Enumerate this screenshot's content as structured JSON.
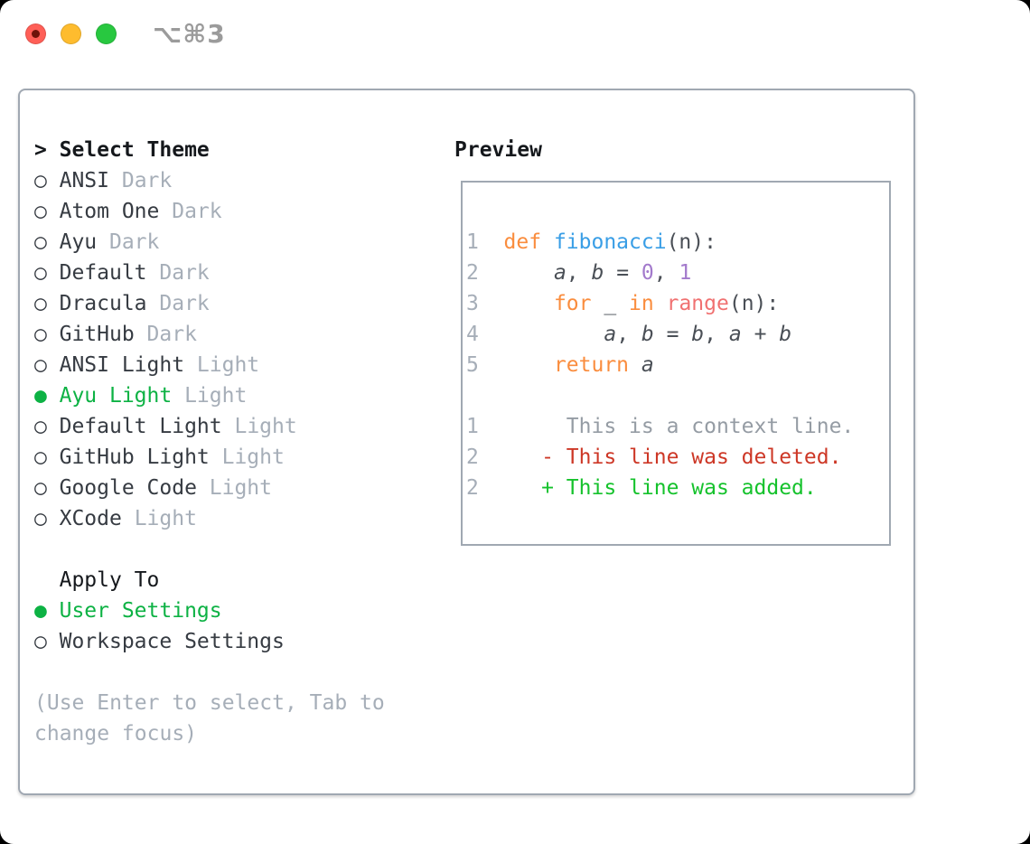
{
  "window": {
    "title": "⌥⌘3",
    "traffic_lights": [
      "close",
      "minimize",
      "zoom"
    ]
  },
  "icons": {
    "prompt": ">",
    "radio_selected": "●",
    "radio_unselected": "○"
  },
  "theme_panel": {
    "title": "Select Theme",
    "themes": [
      {
        "name": "ANSI",
        "variant": "Dark",
        "selected": false
      },
      {
        "name": "Atom One",
        "variant": "Dark",
        "selected": false
      },
      {
        "name": "Ayu",
        "variant": "Dark",
        "selected": false
      },
      {
        "name": "Default",
        "variant": "Dark",
        "selected": false
      },
      {
        "name": "Dracula",
        "variant": "Dark",
        "selected": false
      },
      {
        "name": "GitHub",
        "variant": "Dark",
        "selected": false
      },
      {
        "name": "ANSI Light",
        "variant": "Light",
        "selected": false
      },
      {
        "name": "Ayu Light",
        "variant": "Light",
        "selected": true
      },
      {
        "name": "Default Light",
        "variant": "Light",
        "selected": false
      },
      {
        "name": "GitHub Light",
        "variant": "Light",
        "selected": false
      },
      {
        "name": "Google Code",
        "variant": "Light",
        "selected": false
      },
      {
        "name": "XCode",
        "variant": "Light",
        "selected": false
      }
    ],
    "apply_to": {
      "label": "Apply To",
      "options": [
        {
          "name": "User Settings",
          "selected": true
        },
        {
          "name": "Workspace Settings",
          "selected": false
        }
      ]
    },
    "hint_lines": [
      "(Use Enter to select, Tab to",
      "change focus)"
    ]
  },
  "preview": {
    "label": "Preview",
    "lines": [
      {
        "name": "code-line",
        "tokens": [
          {
            "t": "1  ",
            "c": "num"
          },
          {
            "t": "def ",
            "c": "kw"
          },
          {
            "t": "fibonacci",
            "c": "fn"
          },
          {
            "t": "(n):",
            "c": "code"
          }
        ]
      },
      {
        "name": "code-line",
        "tokens": [
          {
            "t": "2  ",
            "c": "num"
          },
          {
            "t": "    ",
            "c": "code"
          },
          {
            "t": "a",
            "c": "var"
          },
          {
            "t": ", ",
            "c": "code"
          },
          {
            "t": "b",
            "c": "var"
          },
          {
            "t": " = ",
            "c": "code"
          },
          {
            "t": "0",
            "c": "const"
          },
          {
            "t": ", ",
            "c": "code"
          },
          {
            "t": "1",
            "c": "const"
          }
        ]
      },
      {
        "name": "code-line",
        "tokens": [
          {
            "t": "3  ",
            "c": "num"
          },
          {
            "t": "    ",
            "c": "code"
          },
          {
            "t": "for",
            "c": "kw"
          },
          {
            "t": " _ ",
            "c": "code"
          },
          {
            "t": "in",
            "c": "kw"
          },
          {
            "t": " ",
            "c": "code"
          },
          {
            "t": "range",
            "c": "call"
          },
          {
            "t": "(n):",
            "c": "code"
          }
        ]
      },
      {
        "name": "code-line",
        "tokens": [
          {
            "t": "4  ",
            "c": "num"
          },
          {
            "t": "        ",
            "c": "code"
          },
          {
            "t": "a",
            "c": "var"
          },
          {
            "t": ", ",
            "c": "code"
          },
          {
            "t": "b",
            "c": "var"
          },
          {
            "t": " = ",
            "c": "code"
          },
          {
            "t": "b",
            "c": "var"
          },
          {
            "t": ", ",
            "c": "code"
          },
          {
            "t": "a",
            "c": "var"
          },
          {
            "t": " + ",
            "c": "code"
          },
          {
            "t": "b",
            "c": "var"
          }
        ]
      },
      {
        "name": "code-line",
        "tokens": [
          {
            "t": "5  ",
            "c": "num"
          },
          {
            "t": "    ",
            "c": "code"
          },
          {
            "t": "return",
            "c": "kw"
          },
          {
            "t": " ",
            "c": "code"
          },
          {
            "t": "a",
            "c": "var"
          }
        ]
      },
      {
        "name": "blank-line",
        "tokens": []
      },
      {
        "name": "diff-context-line",
        "tokens": [
          {
            "t": "1",
            "c": "num"
          },
          {
            "t": "       ",
            "c": "ctx"
          },
          {
            "t": "This is a context line.",
            "c": "ctx"
          }
        ]
      },
      {
        "name": "diff-deleted-line",
        "tokens": [
          {
            "t": "2",
            "c": "num"
          },
          {
            "t": "     ",
            "c": "code"
          },
          {
            "t": "- This line was deleted.",
            "c": "del"
          }
        ]
      },
      {
        "name": "diff-added-line",
        "tokens": [
          {
            "t": "2",
            "c": "num"
          },
          {
            "t": "     ",
            "c": "code"
          },
          {
            "t": "+ This line was added.",
            "c": "add"
          }
        ]
      }
    ]
  },
  "colors": {
    "page_bg": "#000000",
    "window_bg": "#ffffff",
    "border": "#a0a8b2",
    "heading": "#15181c",
    "text": "#363b42",
    "muted": "#a6aeb8",
    "num": "#a6aeb8",
    "accent_green": "#0db244",
    "kw": "#fa8d3e",
    "fn": "#399ee6",
    "const": "#a37acc",
    "call": "#f07171",
    "code": "#4a4f56",
    "ctx": "#959ca4",
    "del": "#cd3726",
    "add": "#15c22c",
    "traffic_red": "#ff5f57",
    "traffic_yellow": "#febc2e",
    "traffic_green": "#28c840",
    "title_gray": "#9b9b9b"
  }
}
